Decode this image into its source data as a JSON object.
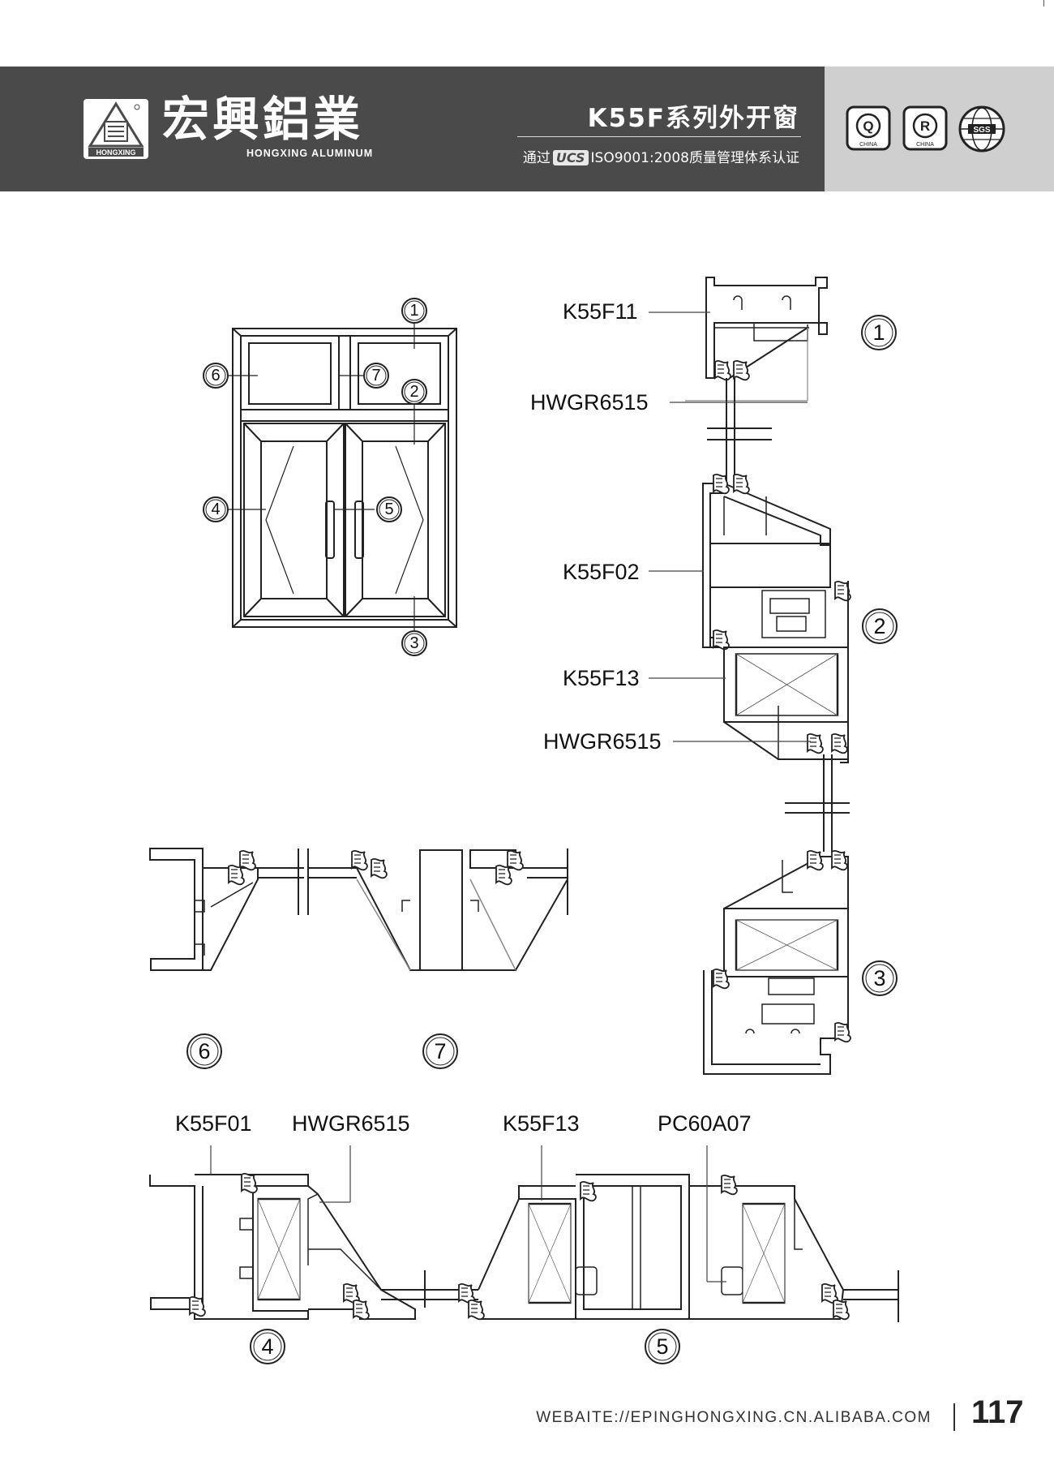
{
  "header": {
    "brand_name": "宏興鋁業",
    "brand_english": "HONGXING ALUMINUM",
    "logo_text": "HONGXING",
    "series_title": "K55F系列外开窗",
    "iso_prefix": "通过",
    "iso_badge": "UCS",
    "iso_suffix": "ISO9001:2008质量管理体系认证",
    "certifications": [
      {
        "letter": "Q",
        "sub": "CHINA"
      },
      {
        "letter": "R",
        "sub": "CHINA"
      },
      {
        "letter": "SGS",
        "sub": ""
      }
    ]
  },
  "window_elevation": {
    "callouts": [
      "1",
      "2",
      "3",
      "4",
      "5",
      "6",
      "7"
    ]
  },
  "vertical_section": {
    "labels": [
      "K55F11",
      "HWGR6515",
      "K55F02",
      "K55F13",
      "HWGR6515"
    ],
    "callouts": [
      "1",
      "2",
      "3"
    ]
  },
  "mullion_sections": {
    "callouts": [
      "6",
      "7"
    ]
  },
  "horizontal_section": {
    "labels": [
      "K55F01",
      "HWGR6515",
      "K55F13",
      "PC60A07"
    ],
    "callouts": [
      "4",
      "5"
    ]
  },
  "footer": {
    "website": "WEBAITE://EPINGHONGXING.CN.ALIBABA.COM",
    "page_number": "117"
  },
  "colors": {
    "header_dark": "#4a4a4a",
    "header_light": "#cfcfcf",
    "line": "#222222"
  }
}
